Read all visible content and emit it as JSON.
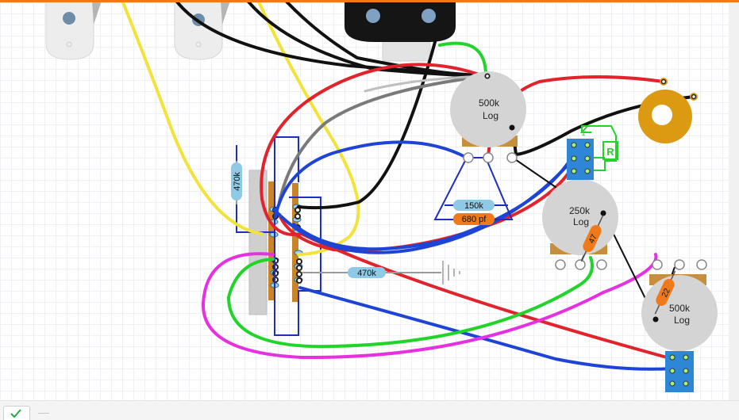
{
  "diagram": {
    "pots": [
      {
        "id": "volume",
        "value": "500k",
        "taper": "Log"
      },
      {
        "id": "tone1",
        "value": "250k",
        "taper": "Log"
      },
      {
        "id": "tone2",
        "value": "500k",
        "taper": "Log"
      }
    ],
    "resistors": {
      "switch_resistor": "470k",
      "ground_resistor": "470k",
      "network_resistor": "150k"
    },
    "capacitors": {
      "network_cap": "680 pf",
      "tone1_cap": "47",
      "tone2_cap": "22"
    },
    "switch_labels": {
      "resistor_symbol": "R",
      "dot_label": "1"
    }
  },
  "colors": {
    "accent": "#f07a1a",
    "pot_body": "#d4d4d4",
    "capacitor": "#f07a1a",
    "resistor": "#8ecae6",
    "wire_red": "#e2232b",
    "wire_black": "#111111",
    "wire_yellow": "#f2e33b",
    "wire_blue": "#1e44d6",
    "wire_green": "#22d42a",
    "wire_magenta": "#e432e0",
    "wire_gray": "#7a7a7a",
    "jack_gold": "#dc9a12",
    "connector_blue": "#2e86d6"
  }
}
